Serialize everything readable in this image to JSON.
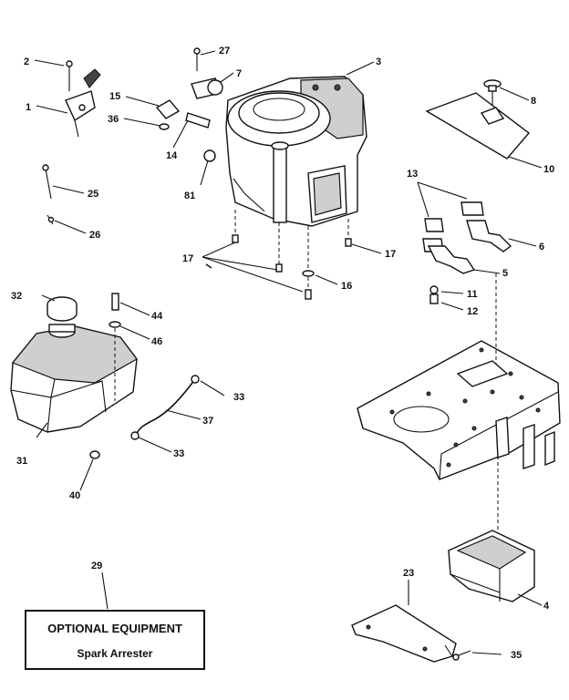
{
  "parts": [
    {
      "id": "p1",
      "text": "1"
    },
    {
      "id": "p2",
      "text": "2"
    },
    {
      "id": "p3",
      "text": "3"
    },
    {
      "id": "p4",
      "text": "4"
    },
    {
      "id": "p5",
      "text": "5"
    },
    {
      "id": "p6",
      "text": "6"
    },
    {
      "id": "p7",
      "text": "7"
    },
    {
      "id": "p8",
      "text": "8"
    },
    {
      "id": "p10",
      "text": "10"
    },
    {
      "id": "p11",
      "text": "11"
    },
    {
      "id": "p12",
      "text": "12"
    },
    {
      "id": "p13",
      "text": "13"
    },
    {
      "id": "p14",
      "text": "14"
    },
    {
      "id": "p15",
      "text": "15"
    },
    {
      "id": "p16",
      "text": "16"
    },
    {
      "id": "p17a",
      "text": "17"
    },
    {
      "id": "p17b",
      "text": "17"
    },
    {
      "id": "p23",
      "text": "23"
    },
    {
      "id": "p25",
      "text": "25"
    },
    {
      "id": "p26",
      "text": "26"
    },
    {
      "id": "p27",
      "text": "27"
    },
    {
      "id": "p29",
      "text": "29"
    },
    {
      "id": "p31",
      "text": "31"
    },
    {
      "id": "p32",
      "text": "32"
    },
    {
      "id": "p33a",
      "text": "33"
    },
    {
      "id": "p33b",
      "text": "33"
    },
    {
      "id": "p35",
      "text": "35"
    },
    {
      "id": "p36",
      "text": "36"
    },
    {
      "id": "p37",
      "text": "37"
    },
    {
      "id": "p40",
      "text": "40"
    },
    {
      "id": "p44",
      "text": "44"
    },
    {
      "id": "p46",
      "text": "46"
    },
    {
      "id": "p81",
      "text": "81"
    }
  ],
  "optional_box": {
    "title": "OPTIONAL EQUIPMENT",
    "subtitle": "Spark Arrester"
  }
}
